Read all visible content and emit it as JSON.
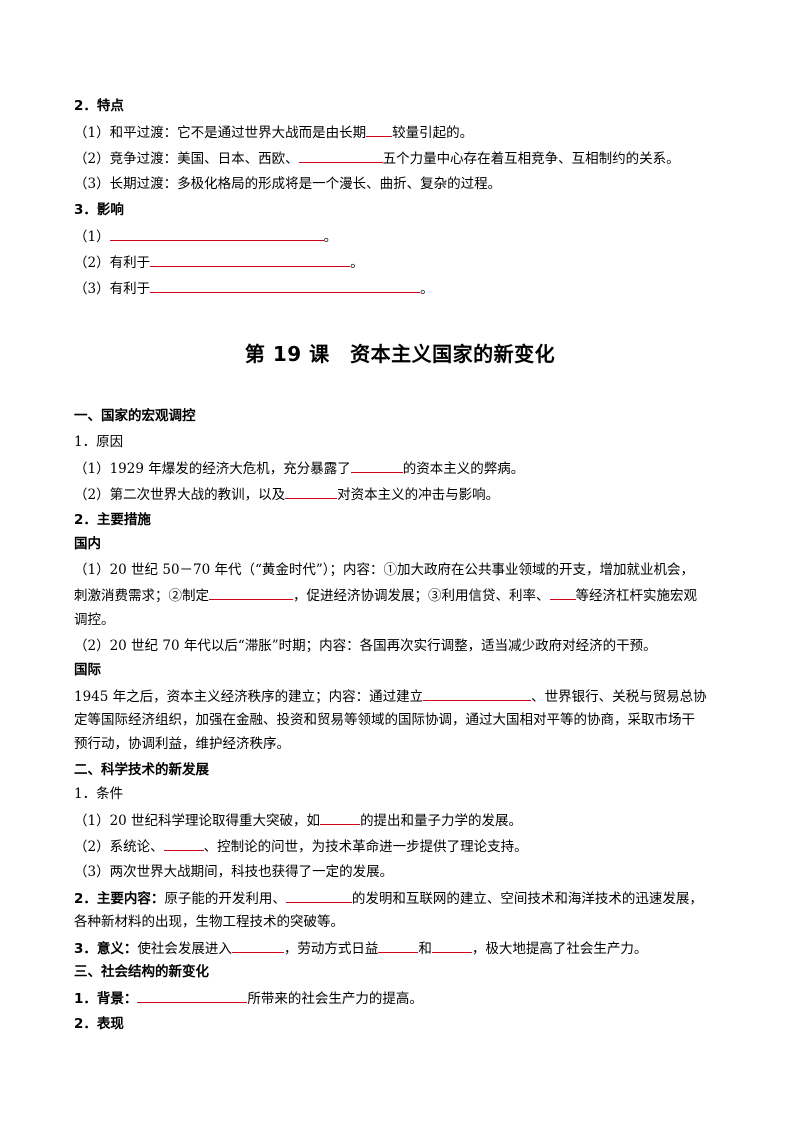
{
  "top": {
    "h_features": "2．特点",
    "p1_a": "（1）和平过渡：它不是通过世界大战而是由长期",
    "p1_b": "较量引起的。",
    "p2_a": "（2）竞争过渡：美国、日本、西欧、",
    "p2_b": "五个力量中心存在着互相竞争、互相制约的关系。",
    "p3": "（3）长期过渡：多极化格局的形成将是一个漫长、曲折、复杂的过程。",
    "h_influence": "3．影响",
    "i1_a": "（1）",
    "i1_b": "。",
    "i2_a": "（2）有利于",
    "i2_b": "。",
    "i3_a": "（3）有利于",
    "i3_b": "。"
  },
  "lesson_title": "第 19 课　资本主义国家的新变化",
  "s1": {
    "heading": "一、国家的宏观调控",
    "h_reason": "1．原因",
    "r1_a": "（1）1929 年爆发的经济大危机，充分暴露了",
    "r1_b": "的资本主义的弊病。",
    "r2_a": "（2）第二次世界大战的教训，以及",
    "r2_b": "对资本主义的冲击与影响。",
    "h_measures": "2．主要措施",
    "domestic": "国内",
    "d1_a": "（1）20 世纪 50－70 年代（“黄金时代”）；内容：①加大政府在公共事业领域的开支，增加就业机会，",
    "d1_b": "刺激消费需求；②制定",
    "d1_c": "，促进经济协调发展；③利用信贷、利率、",
    "d1_d": "等经济杠杆实施宏观",
    "d1_e": "调控。",
    "d2": "（2）20 世纪 70 年代以后“滞胀”时期；内容：各国再次实行调整，适当减少政府对经济的干预。",
    "international": "国际",
    "n1_a": "1945 年之后，资本主义经济秩序的建立；内容：通过建立",
    "n1_b": "、世界银行、关税与贸易总协",
    "n1_c": "定等国际经济组织，加强在金融、投资和贸易等领域的国际协调，通过大国相对平等的协商，采取市场干",
    "n1_d": "预行动，协调利益，维护经济秩序。"
  },
  "s2": {
    "heading": "二、科学技术的新发展",
    "h_cond": "1．条件",
    "c1_a": "（1）20 世纪科学理论取得重大突破，如",
    "c1_b": "的提出和量子力学的发展。",
    "c2_a": "（2）系统论、",
    "c2_b": "、控制论的问世，为技术革命进一步提供了理论支持。",
    "c3": "（3）两次世界大战期间，科技也获得了一定的发展。",
    "content_label": "2．主要内容：",
    "content_a": "原子能的开发利用、",
    "content_b": "的发明和互联网的建立、空间技术和海洋技术的迅速发展，",
    "content_c": "各种新材料的出现，生物工程技术的突破等。",
    "sig_label": "3．意义：",
    "sig_a": "使社会发展进入",
    "sig_b": "，劳动方式日益",
    "sig_c": "和",
    "sig_d": "，极大地提高了社会生产力。"
  },
  "s3": {
    "heading": "三、社会结构的新变化",
    "bg_label": "1．背景：",
    "bg_a": "所带来的社会生产力的提高。",
    "h_perf": "2．表现"
  }
}
